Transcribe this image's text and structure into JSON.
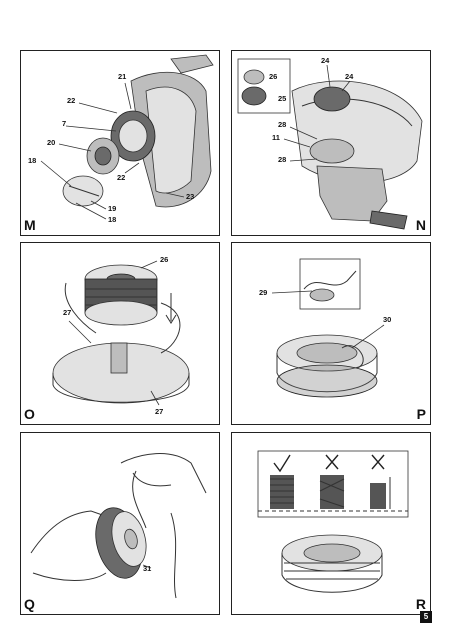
{
  "panels": {
    "M": {
      "letter": "M",
      "callouts": [
        "21",
        "22",
        "7",
        "20",
        "18",
        "19",
        "18",
        "22",
        "23"
      ]
    },
    "N": {
      "letter": "N",
      "callouts": [
        "24",
        "26",
        "25",
        "24",
        "28",
        "11",
        "28"
      ]
    },
    "O": {
      "letter": "O",
      "callouts": [
        "26",
        "27",
        "27"
      ]
    },
    "P": {
      "letter": "P",
      "callouts": [
        "29",
        "30"
      ]
    },
    "Q": {
      "letter": "Q",
      "callouts": [
        "31"
      ]
    },
    "R": {
      "letter": "R",
      "callouts": []
    }
  },
  "page_number": "5",
  "symbols": {
    "check": "check-icon",
    "cross": "cross-icon"
  },
  "colors": {
    "border": "#222222",
    "fill_gray": "#bdbdbd",
    "fill_dark": "#6a6a6a"
  }
}
